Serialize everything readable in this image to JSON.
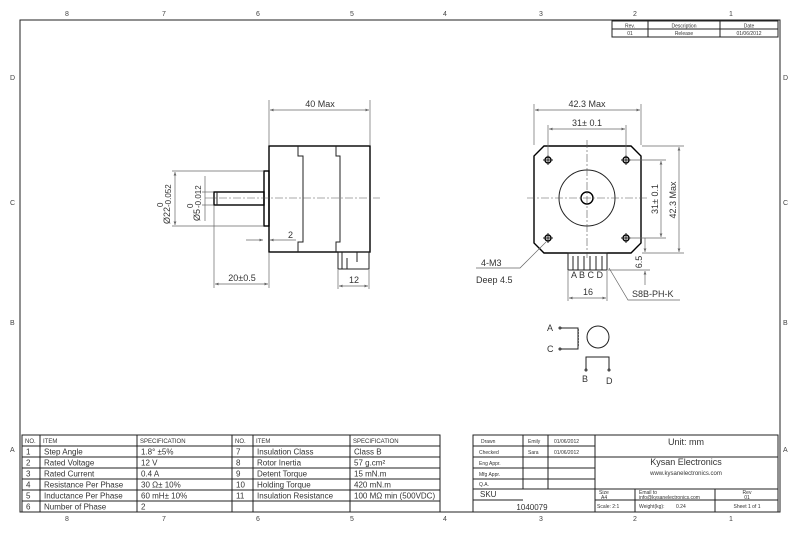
{
  "zones": {
    "top": [
      "8",
      "7",
      "6",
      "5",
      "4",
      "3",
      "2",
      "1"
    ],
    "left": [
      "D",
      "C",
      "B",
      "A"
    ],
    "right": [
      "D",
      "C",
      "B",
      "A"
    ]
  },
  "revision_table": {
    "headers": [
      "Rev.",
      "Description",
      "Date"
    ],
    "row": [
      "01",
      "Release",
      "01/06/2012"
    ]
  },
  "side_view": {
    "length": "40 Max",
    "flange_dia": "Ø22",
    "flange_tol_upper": "0",
    "flange_tol_lower": "-0.052",
    "shaft_dia": "Ø5",
    "shaft_tol_upper": "0",
    "shaft_tol_lower": "-0.012",
    "flange_thickness": "2",
    "shaft_length": "20±0.5",
    "connector_width": "12"
  },
  "front_view": {
    "width": "42.3 Max",
    "hole_spacing_h": "31± 0.1",
    "hole_spacing_v": "31± 0.1",
    "height": "42.3 Max",
    "connector_offset": "6.5",
    "connector_pins": "A B C D",
    "connector_width": "16",
    "hole_note_1": "4-M3",
    "hole_note_2": "Deep 4.5",
    "connector_part": "S8B-PH-K"
  },
  "schematic": {
    "a": "A",
    "b": "B",
    "c": "C",
    "d": "D"
  },
  "spec_table": {
    "headers": [
      "NO.",
      "ITEM",
      "SPECIFICATION",
      "NO.",
      "ITEM",
      "SPECIFICATION"
    ],
    "rows": [
      [
        "1",
        "Step Angle",
        "1.8° ±5%",
        "7",
        "Insulation Class",
        "Class B"
      ],
      [
        "2",
        "Rated Voltage",
        "12 V",
        "8",
        "Rotor Inertia",
        "57 g.cm²"
      ],
      [
        "3",
        "Rated Current",
        "0.4 A",
        "9",
        "Detent Torque",
        "15 mN.m"
      ],
      [
        "4",
        "Resistance Per Phase",
        "30 Ω± 10%",
        "10",
        "Holding Torque",
        "420 mN.m"
      ],
      [
        "5",
        "Inductance Per Phase",
        "60 mH± 10%",
        "11",
        "Insulation Resistance",
        "100 MΩ min (500VDC)"
      ],
      [
        "6",
        "Number of Phase",
        "2",
        "",
        "",
        ""
      ]
    ]
  },
  "title_block": {
    "rows": [
      [
        "Drawn",
        "Emily",
        "01/06/2012"
      ],
      [
        "Checked",
        "Sara",
        "01/06/2012"
      ],
      [
        "Eng Appr.",
        "",
        ""
      ],
      [
        "Mfg Appr.",
        "",
        ""
      ],
      [
        "Q.A.",
        "",
        ""
      ]
    ],
    "unit": "Unit: mm",
    "company": "Kysan Electronics",
    "website": "www.kysanelectronics.com",
    "sku_label": "SKU",
    "sku": "1040079",
    "size_label": "Size",
    "size": "A4",
    "email_label": "Email to",
    "email": "info@kysanelectronics.com",
    "rev_label": "Rev",
    "rev": "01",
    "scale": "Scale: 2:1",
    "weight_label": "Weight(kg):",
    "weight": "0.24",
    "sheet": "Sheet 1 of 1"
  }
}
